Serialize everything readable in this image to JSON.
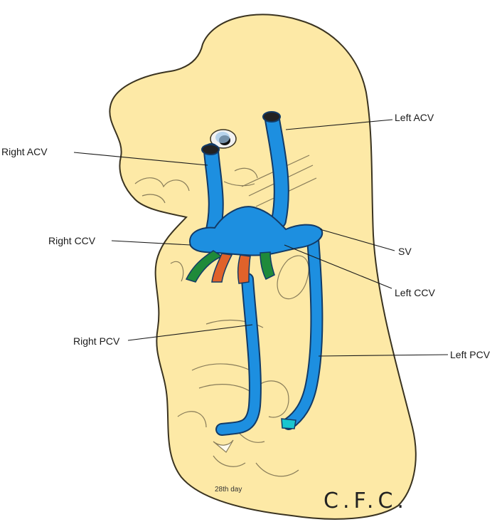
{
  "labels": {
    "right_acv": "Right ACV",
    "left_acv": "Left ACV",
    "right_ccv": "Right CCV",
    "sv": "SV",
    "left_ccv": "Left CCV",
    "right_pcv": "Right PCV",
    "left_pcv": "Left PCV"
  },
  "caption": "28th day",
  "signature": "C.F.C.",
  "colors": {
    "embryo": "#fde9a6",
    "embryo_outline": "#3a3320",
    "vein": "#1d8fe0",
    "vein_outline": "#123a66",
    "green": "#1f8a3a",
    "orange": "#e0622a",
    "tip": "#19c6cf"
  }
}
